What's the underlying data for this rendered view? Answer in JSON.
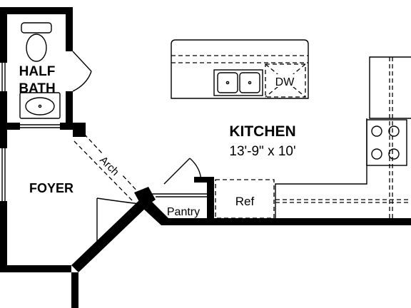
{
  "rooms": {
    "half_bath": {
      "line1": "HALF",
      "line2": "BATH"
    },
    "foyer": {
      "name": "FOYER"
    },
    "kitchen": {
      "name": "KITCHEN",
      "dimensions": "13'-9\" x 10'"
    },
    "pantry": {
      "name": "Pantry"
    }
  },
  "fixtures": {
    "dishwasher": "DW",
    "refrigerator": "Ref"
  },
  "openings": {
    "arch": "Arch"
  }
}
